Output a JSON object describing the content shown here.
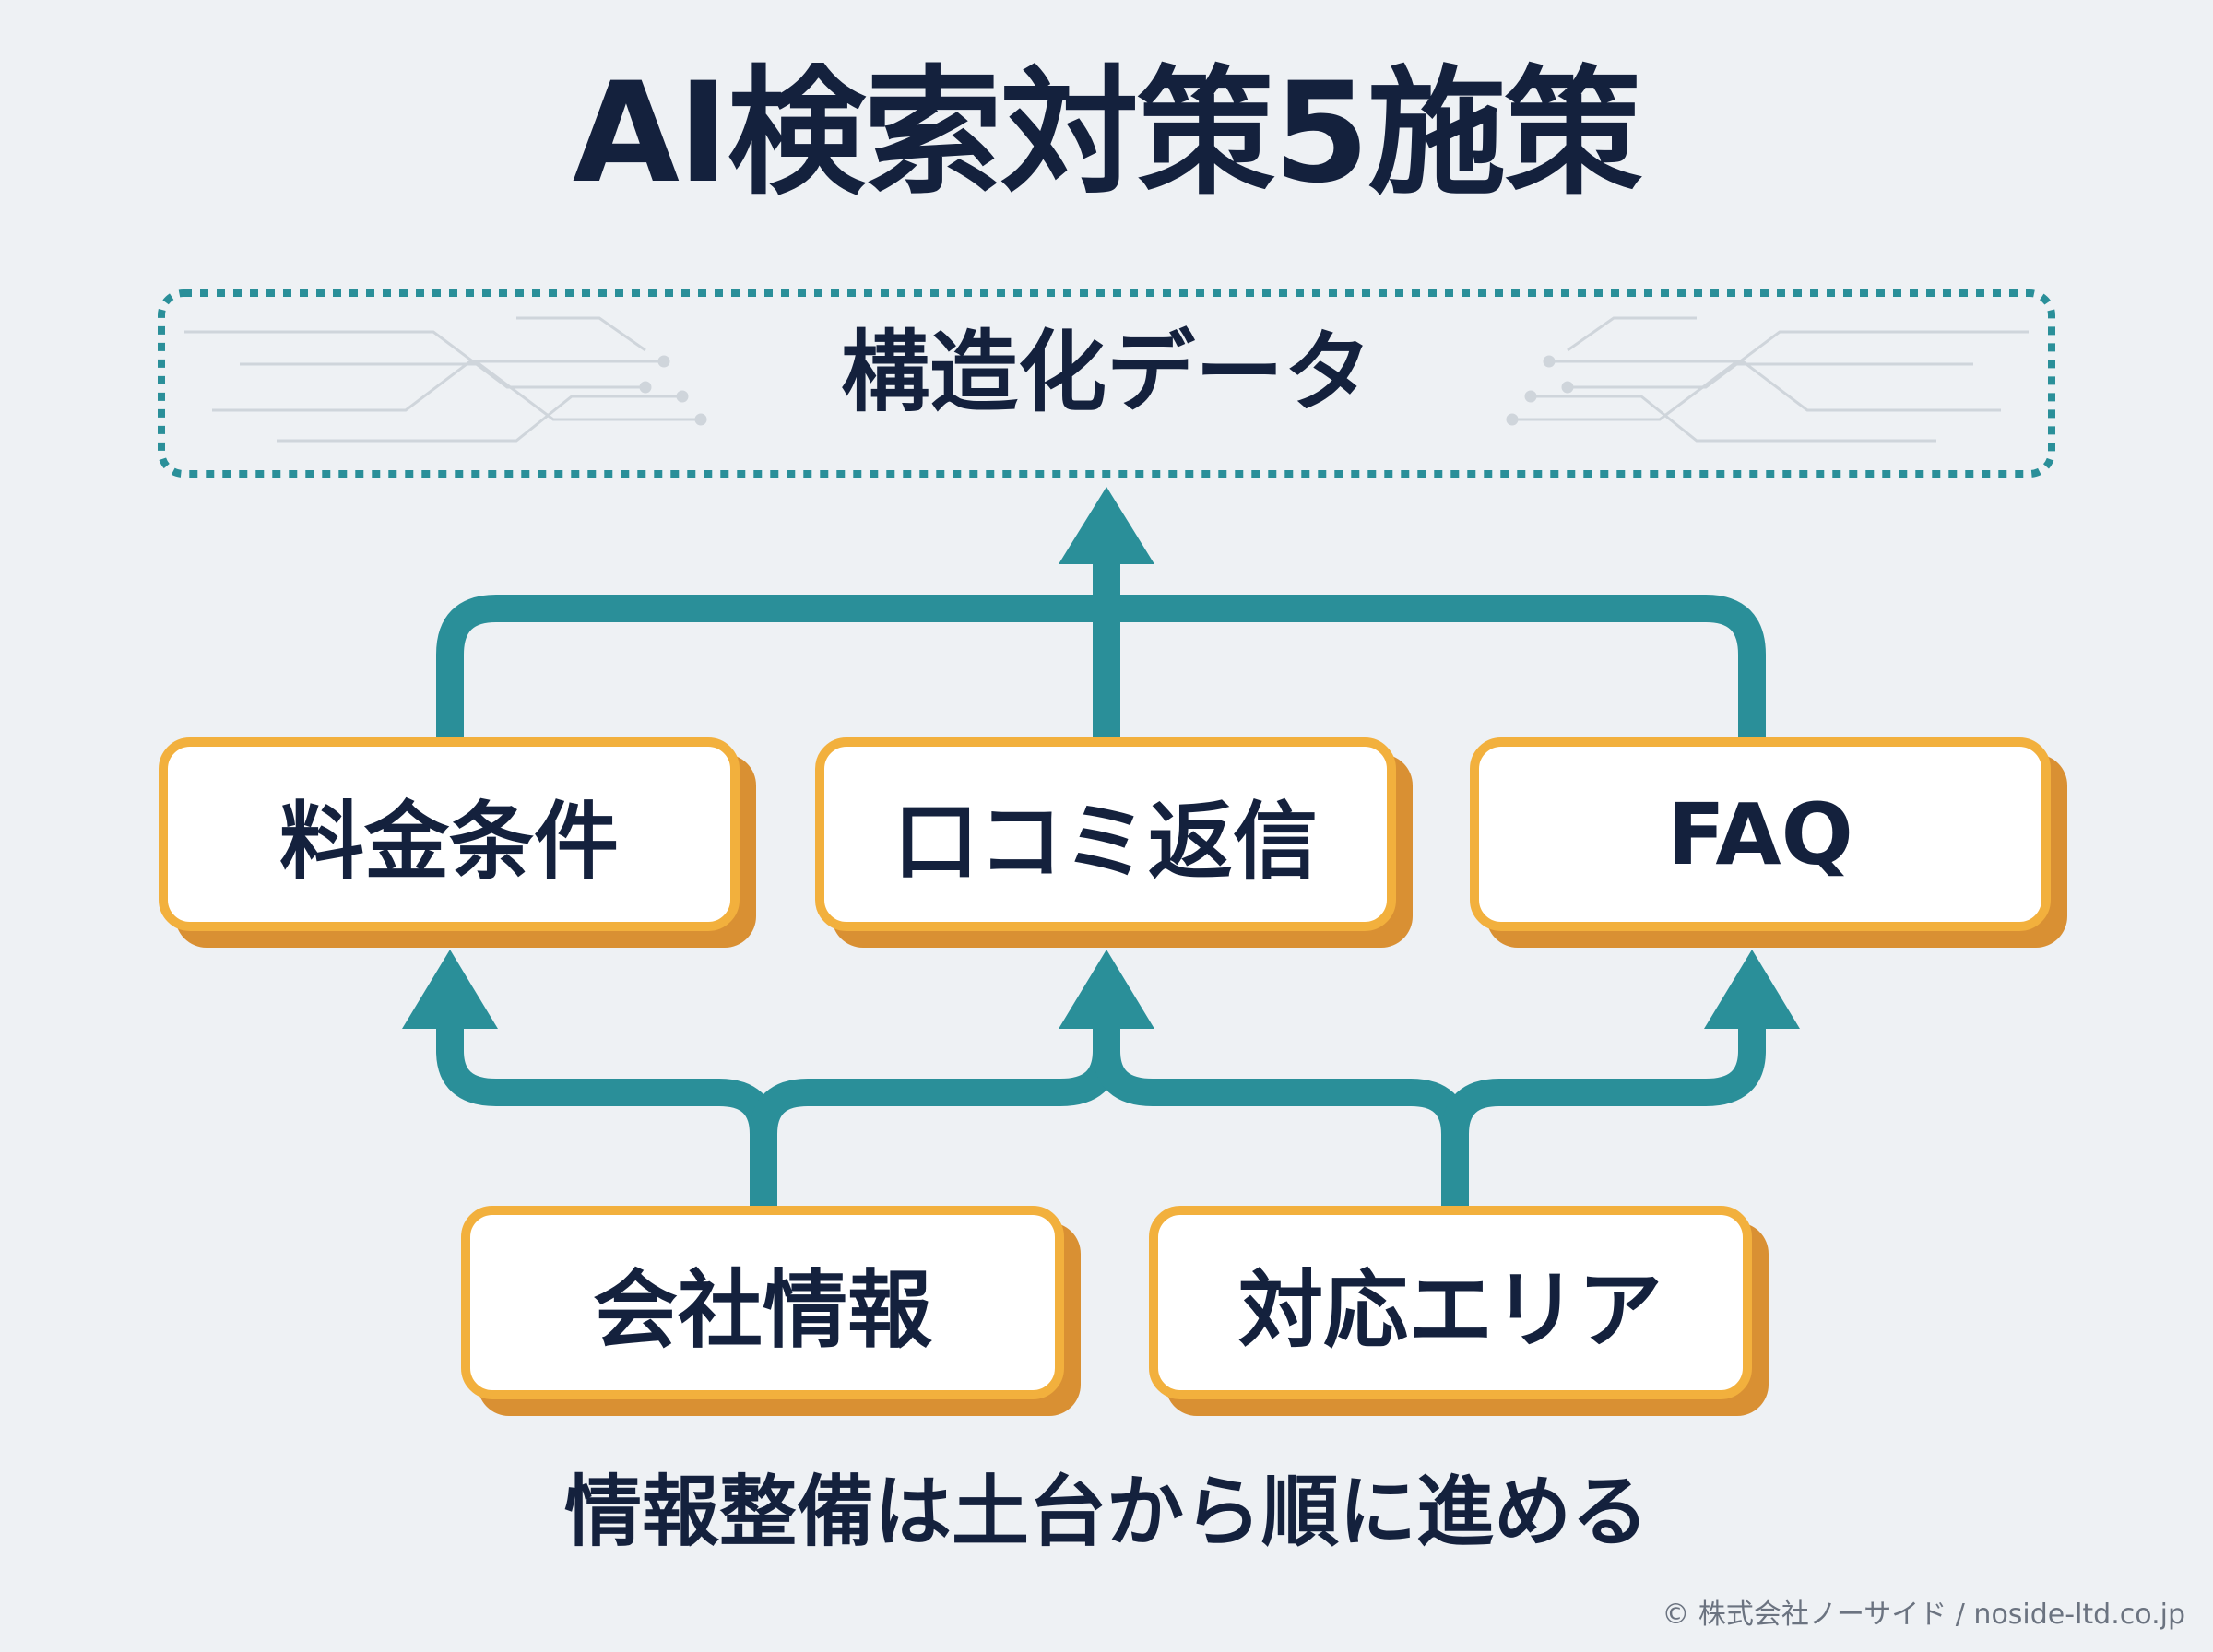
{
  "title": "AI検索対策5施策",
  "top_box": {
    "label": "構造化データ"
  },
  "middle_boxes": [
    {
      "label": "料金条件"
    },
    {
      "label": "口コミ返信"
    },
    {
      "label": "FAQ"
    }
  ],
  "bottom_boxes": [
    {
      "label": "会社情報"
    },
    {
      "label": "対応エリア"
    }
  ],
  "footer": "情報整備は土台から順に進める",
  "copyright": "© 株式会社ノーサイド / noside-ltd.co.jp",
  "colors": {
    "background": "#eef1f4",
    "arrow": "#2a8f99",
    "box_border": "#f2b03d",
    "box_shadow": "#d99033",
    "text": "#14213d",
    "dotted_border": "#2a8f99"
  }
}
